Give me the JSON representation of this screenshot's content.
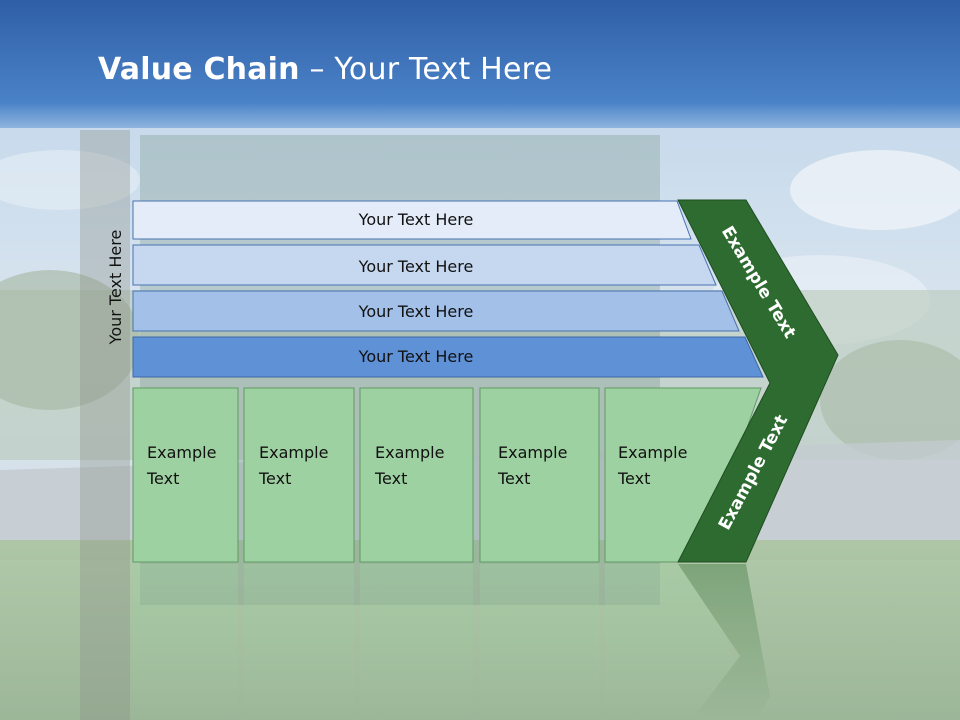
{
  "title": {
    "bold": "Value Chain",
    "rest": " – Your Text Here"
  },
  "side_label": "Your Text Here",
  "rows": [
    {
      "label": "Your Text Here"
    },
    {
      "label": "Your Text Here"
    },
    {
      "label": "Your Text Here"
    },
    {
      "label": "Your Text Here"
    }
  ],
  "boxes": [
    {
      "line1": "Example",
      "line2": "Text"
    },
    {
      "line1": "Example",
      "line2": "Text"
    },
    {
      "line1": "Example",
      "line2": "Text"
    },
    {
      "line1": "Example",
      "line2": "Text"
    },
    {
      "line1": "Example",
      "line2": "Text"
    }
  ],
  "arrow_upper": "Example Text",
  "arrow_lower": "Example Text",
  "colors": {
    "header_blue": "#3f72b8",
    "row1": "#e3ecf8",
    "row2": "#c6d8f0",
    "row3": "#a2c0e8",
    "row4": "#5e91d6",
    "box_green": "#9dd1a1",
    "arrow_green": "#2e6b30"
  }
}
